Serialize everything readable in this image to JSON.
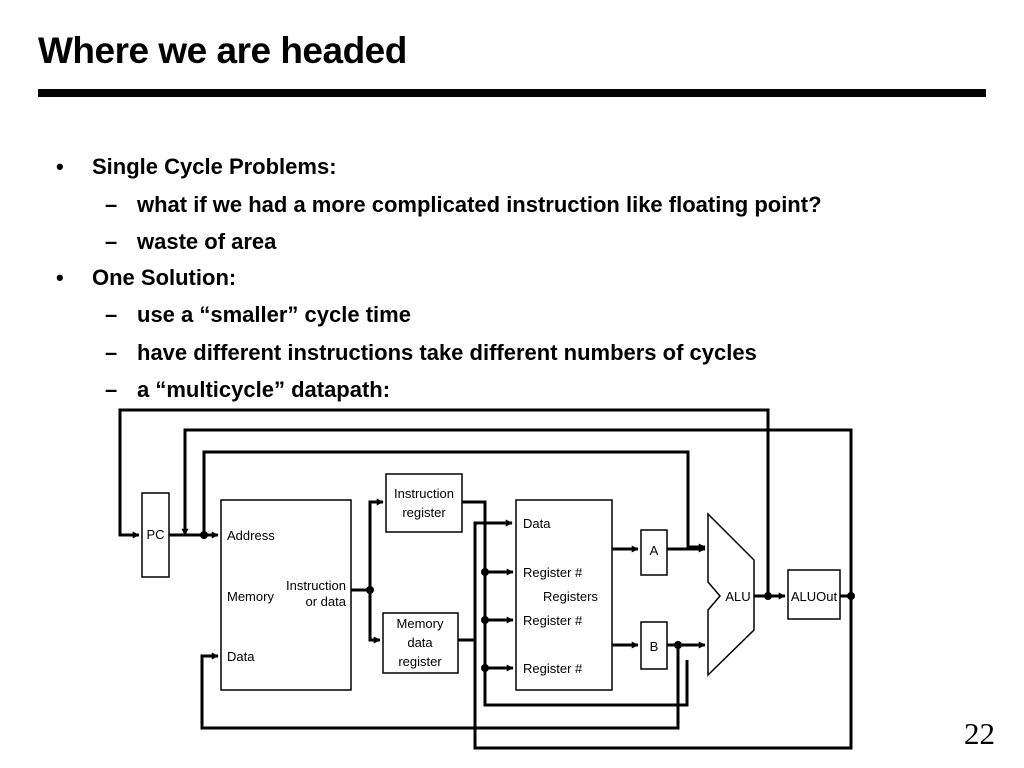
{
  "slide": {
    "title": "Where we are headed",
    "page_number": "22"
  },
  "bullets": [
    {
      "text": "Single Cycle Problems:",
      "subs": [
        "what if we had a more complicated instruction like floating point?",
        "waste of area"
      ]
    },
    {
      "text": "One Solution:",
      "subs": [
        "use a “smaller” cycle time",
        "have different instructions take different numbers of cycles",
        "a “multicycle” datapath:"
      ]
    }
  ],
  "markers": {
    "bullet": "•",
    "dash": "–"
  },
  "diagram": {
    "pc": "PC",
    "memory": {
      "address": "Address",
      "name": "Memory",
      "data": "Data",
      "out_line1": "Instruction",
      "out_line2": "or data"
    },
    "instruction_register": {
      "line1": "Instruction",
      "line2": "register"
    },
    "memory_data_register": {
      "line1": "Memory",
      "line2": "data",
      "line3": "register"
    },
    "registers": {
      "data": "Data",
      "reg1": "Register #",
      "name": "Registers",
      "reg2": "Register #",
      "reg3": "Register #"
    },
    "a": "A",
    "b": "B",
    "alu": "ALU",
    "aluout": "ALUOut"
  }
}
